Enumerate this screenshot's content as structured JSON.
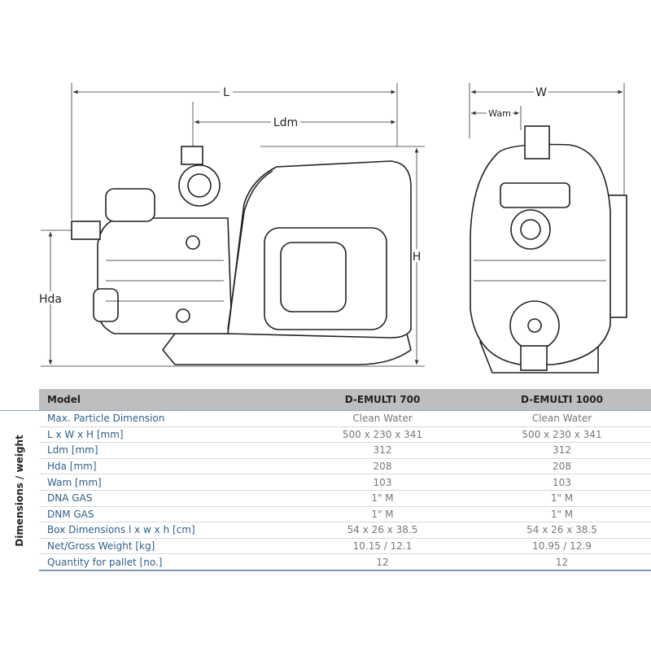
{
  "dimensions": {
    "L": "L",
    "Ldm": "Ldm",
    "H": "H",
    "Hda": "Hda",
    "W": "W",
    "Wam": "Wam"
  },
  "table": {
    "header": {
      "model": "Model",
      "col1": "D-EMULTI 700",
      "col2": "D-EMULTI 1000"
    },
    "section": "Dimensions / weight",
    "rows": [
      {
        "label": "Max. Particle Dimension",
        "v1": "Clean Water",
        "v2": "Clean Water"
      },
      {
        "label": "L x W x H [mm]",
        "v1": "500 x 230 x 341",
        "v2": "500 x 230 x 341"
      },
      {
        "label": "Ldm [mm]",
        "v1": "312",
        "v2": "312"
      },
      {
        "label": "Hda [mm]",
        "v1": "208",
        "v2": "208"
      },
      {
        "label": "Wam [mm]",
        "v1": "103",
        "v2": "103"
      },
      {
        "label": "DNA GAS",
        "v1": "1\" M",
        "v2": "1\" M"
      },
      {
        "label": "DNM GAS",
        "v1": "1\" M",
        "v2": "1\" M"
      },
      {
        "label": "Box Dimensions l x w x h  [cm]",
        "v1": "54 x 26 x 38.5",
        "v2": "54 x 26 x 38.5"
      },
      {
        "label": "Net/Gross Weight [kg]",
        "v1": "10.15 / 12.1",
        "v2": "10.95 / 12.9"
      },
      {
        "label": "Quantity for pallet [no.]",
        "v1": "12",
        "v2": "12"
      }
    ]
  }
}
